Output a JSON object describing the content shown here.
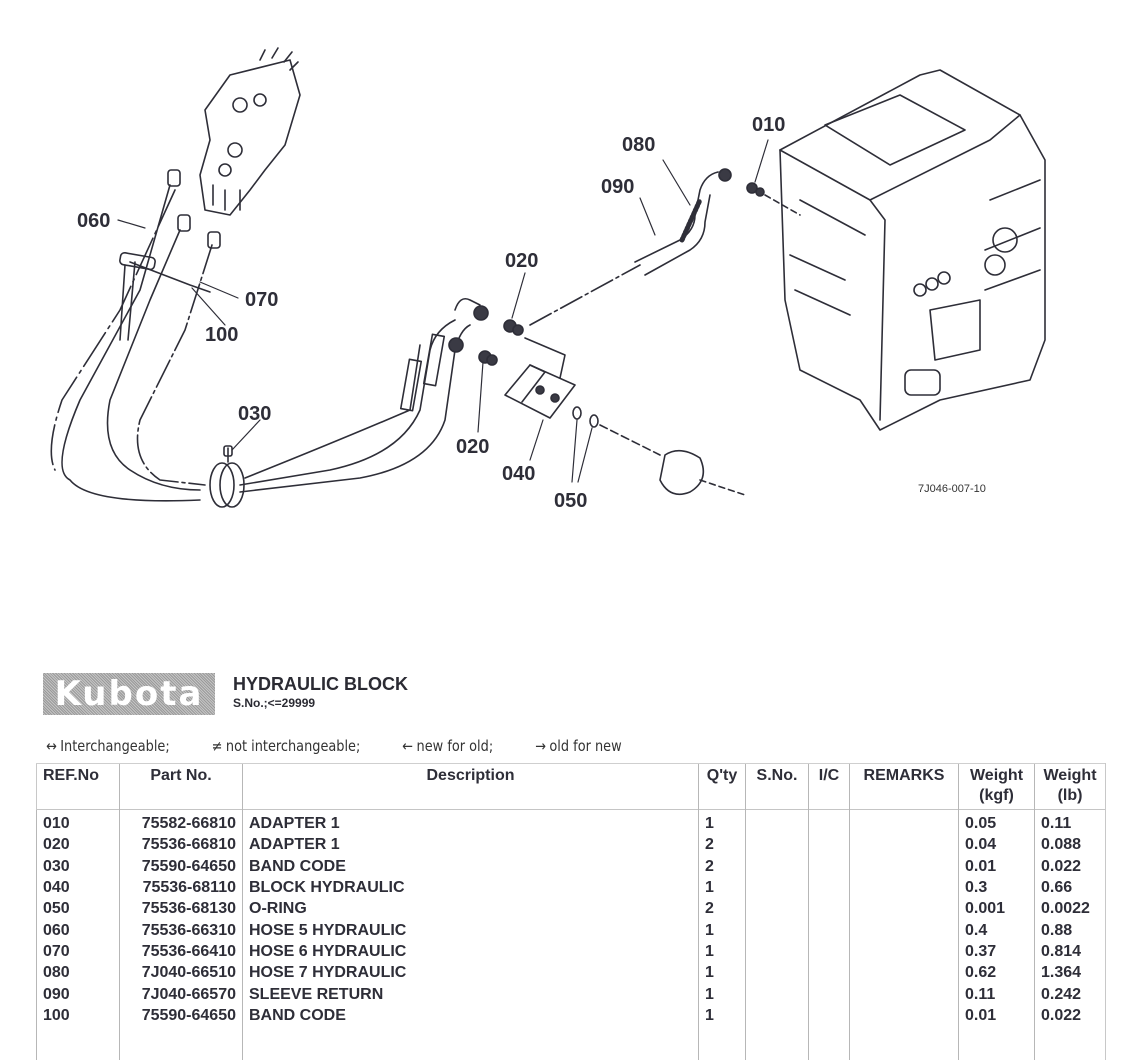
{
  "diagram": {
    "figure_code": "7J046-007-10",
    "callouts": {
      "c010": "010",
      "c020a": "020",
      "c020b": "020",
      "c030": "030",
      "c040": "040",
      "c050": "050",
      "c060": "060",
      "c070": "070",
      "c080": "080",
      "c090": "090",
      "c100": "100"
    }
  },
  "header": {
    "brand": "Kubota",
    "title": "HYDRAULIC BLOCK",
    "serial": "S.No.;<=29999"
  },
  "legend": [
    {
      "symbol": "↔",
      "label": "Interchangeable;"
    },
    {
      "symbol": "≠",
      "label": "not interchangeable;"
    },
    {
      "symbol": "←",
      "label": "new for old;"
    },
    {
      "symbol": "→",
      "label": "old for new"
    }
  ],
  "table": {
    "columns": {
      "ref": "REF.No",
      "part": "Part No.",
      "desc": "Description",
      "qty": "Q'ty",
      "sno": "S.No.",
      "ic": "I/C",
      "remarks": "REMARKS",
      "kgf_line1": "Weight",
      "kgf_line2": "(kgf)",
      "lb_line1": "Weight",
      "lb_line2": "(lb)"
    },
    "rows": [
      {
        "ref": "010",
        "part": "75582-66810",
        "desc": "ADAPTER 1",
        "qty": "1",
        "sno": "",
        "ic": "",
        "remarks": "",
        "kgf": "0.05",
        "lb": "0.11"
      },
      {
        "ref": "020",
        "part": "75536-66810",
        "desc": "ADAPTER 1",
        "qty": "2",
        "sno": "",
        "ic": "",
        "remarks": "",
        "kgf": "0.04",
        "lb": "0.088"
      },
      {
        "ref": "030",
        "part": "75590-64650",
        "desc": "BAND CODE",
        "qty": "2",
        "sno": "",
        "ic": "",
        "remarks": "",
        "kgf": "0.01",
        "lb": "0.022"
      },
      {
        "ref": "040",
        "part": "75536-68110",
        "desc": "BLOCK HYDRAULIC",
        "qty": "1",
        "sno": "",
        "ic": "",
        "remarks": "",
        "kgf": "0.3",
        "lb": "0.66"
      },
      {
        "ref": "050",
        "part": "75536-68130",
        "desc": "O-RING",
        "qty": "2",
        "sno": "",
        "ic": "",
        "remarks": "",
        "kgf": "0.001",
        "lb": "0.0022"
      },
      {
        "ref": "060",
        "part": "75536-66310",
        "desc": "HOSE 5 HYDRAULIC",
        "qty": "1",
        "sno": "",
        "ic": "",
        "remarks": "",
        "kgf": "0.4",
        "lb": "0.88"
      },
      {
        "ref": "070",
        "part": "75536-66410",
        "desc": "HOSE 6 HYDRAULIC",
        "qty": "1",
        "sno": "",
        "ic": "",
        "remarks": "",
        "kgf": "0.37",
        "lb": "0.814"
      },
      {
        "ref": "080",
        "part": "7J040-66510",
        "desc": "HOSE 7 HYDRAULIC",
        "qty": "1",
        "sno": "",
        "ic": "",
        "remarks": "",
        "kgf": "0.62",
        "lb": "1.364"
      },
      {
        "ref": "090",
        "part": "7J040-66570",
        "desc": "SLEEVE RETURN",
        "qty": "1",
        "sno": "",
        "ic": "",
        "remarks": "",
        "kgf": "0.11",
        "lb": "0.242"
      },
      {
        "ref": "100",
        "part": "75590-64650",
        "desc": "BAND CODE",
        "qty": "1",
        "sno": "",
        "ic": "",
        "remarks": "",
        "kgf": "0.01",
        "lb": "0.022"
      }
    ]
  }
}
